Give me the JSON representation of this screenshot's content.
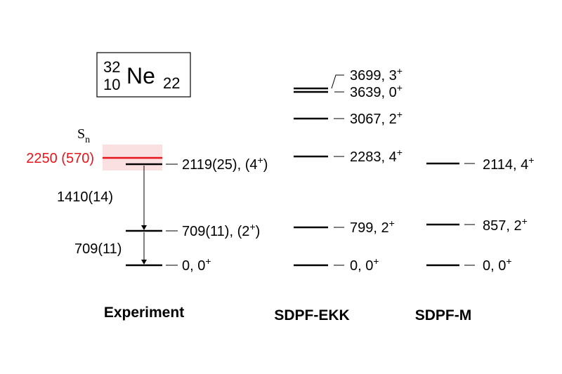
{
  "nucleus": {
    "mass_number": "32",
    "atomic_number": "10",
    "symbol": "Ne",
    "neutron_number": "22"
  },
  "colors": {
    "ink": "#000000",
    "highlight": "#e8141b",
    "band": "#fbe0e1"
  },
  "separation": {
    "label": "S",
    "label_sub": "n",
    "value": "2250 (570)"
  },
  "schemes": [
    {
      "id": "experiment",
      "title": "Experiment",
      "levels": [
        {
          "energy": "0",
          "spin": "0",
          "parity": "+",
          "open": "",
          "close": ""
        },
        {
          "energy": "709(11)",
          "spin": "2",
          "parity": "+",
          "open": "(",
          "close": ")"
        },
        {
          "energy": "2119(25)",
          "spin": "4",
          "parity": "+",
          "open": "(",
          "close": ")"
        }
      ],
      "transitions": [
        {
          "label": "1410(14)"
        },
        {
          "label": "709(11)"
        }
      ]
    },
    {
      "id": "sdpf-ekk",
      "title": "SDPF-EKK",
      "levels": [
        {
          "energy": "0",
          "spin": "0",
          "parity": "+",
          "open": "",
          "close": ""
        },
        {
          "energy": "799",
          "spin": "2",
          "parity": "+",
          "open": "",
          "close": ""
        },
        {
          "energy": "2283",
          "spin": "4",
          "parity": "+",
          "open": "",
          "close": ""
        },
        {
          "energy": "3067",
          "spin": "2",
          "parity": "+",
          "open": "",
          "close": ""
        },
        {
          "energy": "3639",
          "spin": "0",
          "parity": "+",
          "open": "",
          "close": ""
        },
        {
          "energy": "3699",
          "spin": "3",
          "parity": "+",
          "open": "",
          "close": ""
        }
      ]
    },
    {
      "id": "sdpf-m",
      "title": "SDPF-M",
      "levels": [
        {
          "energy": "0",
          "spin": "0",
          "parity": "+",
          "open": "",
          "close": ""
        },
        {
          "energy": "857",
          "spin": "2",
          "parity": "+",
          "open": "",
          "close": ""
        },
        {
          "energy": "2114",
          "spin": "4",
          "parity": "+",
          "open": "",
          "close": ""
        }
      ]
    }
  ]
}
